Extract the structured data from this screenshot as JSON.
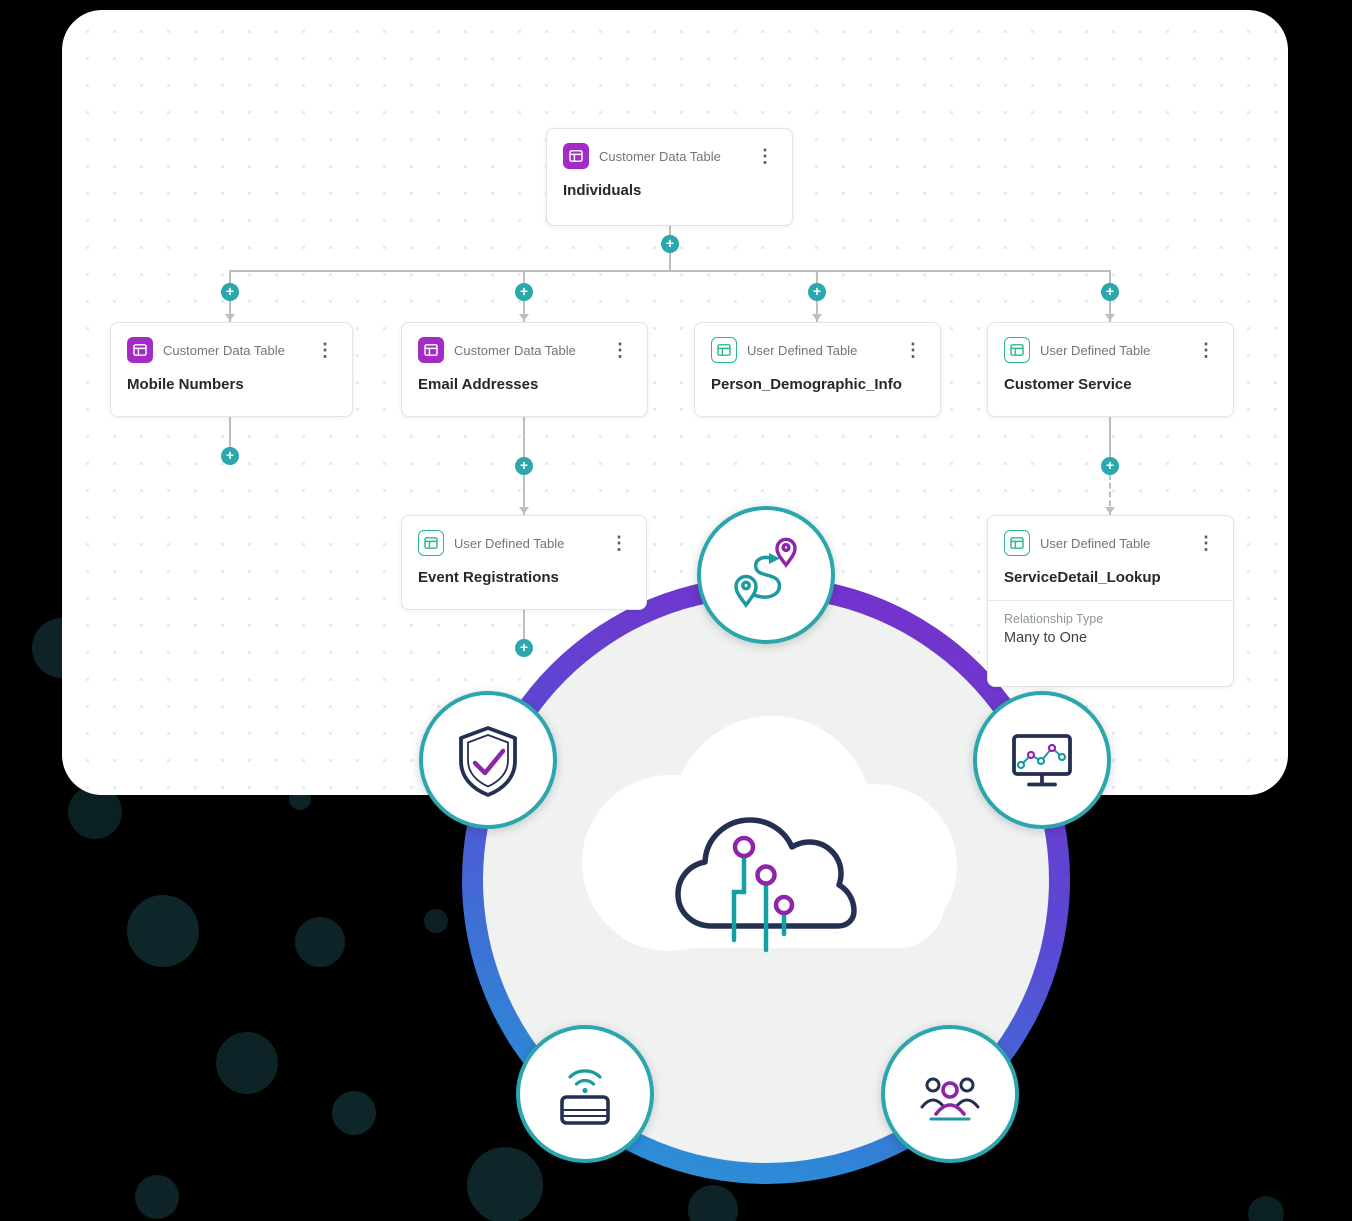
{
  "glyphs": {
    "kebab": "⋮",
    "plus": "+"
  },
  "colors": {
    "accent_teal": "#2BA7AD",
    "table_purple": "#A32CC4",
    "table_green": "#2BB98A",
    "ring_purple": "#7B2CC9",
    "ring_blue": "#2E9BD4",
    "icon_navy": "#243052",
    "icon_purple": "#8E24AA",
    "icon_teal": "#1B9AA0",
    "connector_gray": "#B9C0C0"
  },
  "icons": {
    "customer_data_table": "customer-data-table-icon",
    "user_defined_table": "user-defined-table-icon",
    "kebab": "kebab-menu-icon",
    "plus": "plus-connector-icon",
    "journey": "journey-route-icon",
    "shield": "shield-check-icon",
    "monitor": "analytics-monitor-icon",
    "device": "terminal-wifi-icon",
    "people": "people-group-icon",
    "cloud": "cloud-ai-icon"
  },
  "nodes": {
    "individuals": {
      "type_label": "Customer Data Table",
      "title": "Individuals"
    },
    "mobile_numbers": {
      "type_label": "Customer Data Table",
      "title": "Mobile Numbers"
    },
    "email_addresses": {
      "type_label": "Customer Data Table",
      "title": "Email Addresses"
    },
    "person_demographic_info": {
      "type_label": "User Defined Table",
      "title": "Person_Demographic_Info"
    },
    "customer_service": {
      "type_label": "User Defined Table",
      "title": "Customer Service"
    },
    "event_registrations": {
      "type_label": "User Defined Table",
      "title": "Event Registrations"
    },
    "servicedetail_lookup": {
      "type_label": "User Defined Table",
      "title": "ServiceDetail_Lookup",
      "relationship_label": "Relationship Type",
      "relationship_value": "Many to One"
    }
  }
}
